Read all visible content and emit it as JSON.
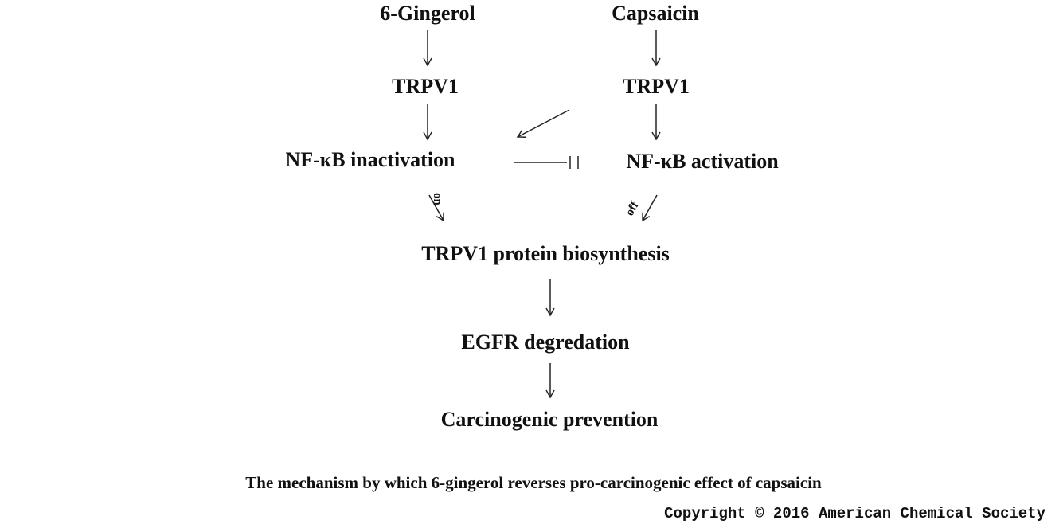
{
  "diagram": {
    "nodes": {
      "gingerol": "6-Gingerol",
      "capsaicin": "Capsaicin",
      "trpv1_left": "TRPV1",
      "trpv1_right": "TRPV1",
      "nfkb_inactivation": "NF-κB inactivation",
      "nfkb_activation": "NF-κB activation",
      "trpv1_protein": "TRPV1 protein  biosynthesis",
      "egfr": "EGFR degredation",
      "carcinogenic": "Carcinogenic prevention"
    },
    "edge_labels": {
      "on": "on",
      "off": "off"
    }
  },
  "caption": "The mechanism by which 6-gingerol reverses pro-carcinogenic effect of capsaicin",
  "copyright": "Copyright © 2016 American Chemical Society"
}
